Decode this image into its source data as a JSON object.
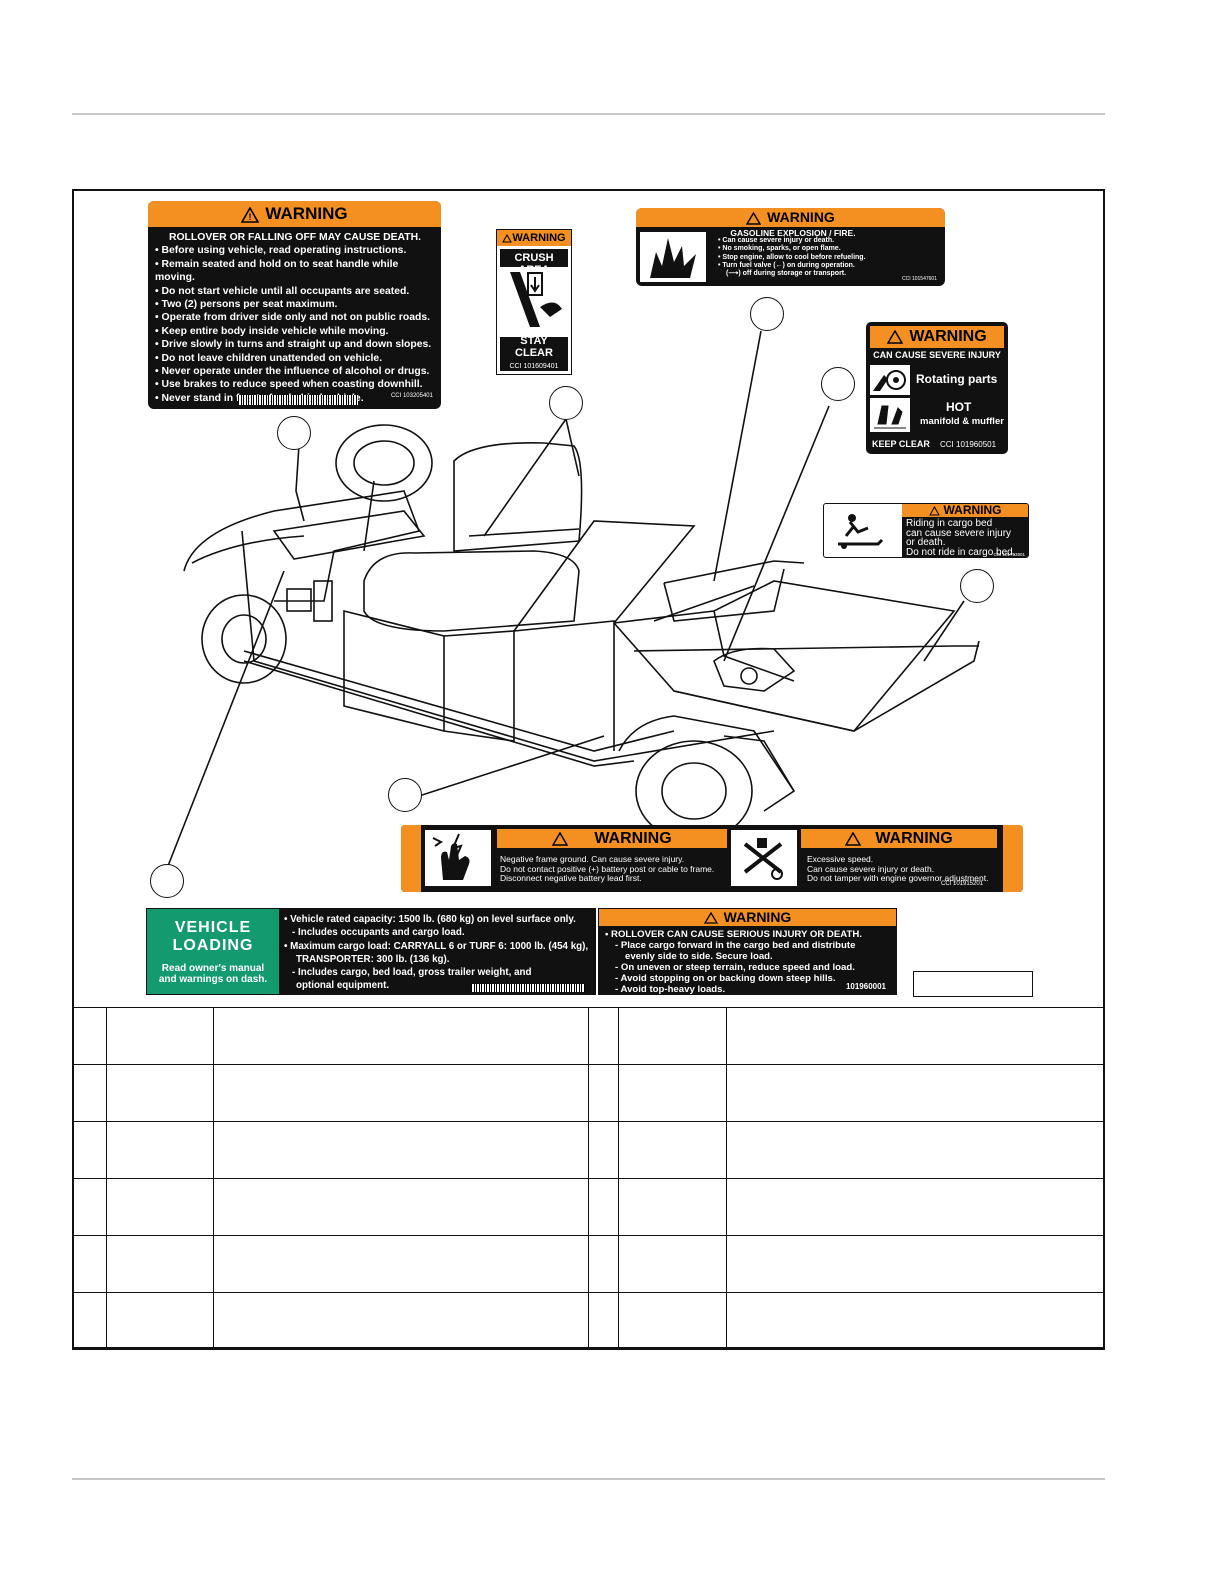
{
  "colors": {
    "warning_orange": "#f39021",
    "loading_green": "#149a6f",
    "label_black": "#111111"
  },
  "labels": {
    "rollover": {
      "header": "WARNING",
      "title": "ROLLOVER OR FALLING OFF MAY CAUSE DEATH.",
      "items": [
        "• Before using vehicle, read operating instructions.",
        "• Remain seated and hold on to seat handle while moving.",
        "• Do not start vehicle until all occupants are seated.",
        "• Two (2) persons per seat maximum.",
        "• Operate from driver side only and not on public roads.",
        "• Keep entire body inside vehicle while moving.",
        "• Drive slowly in turns and straight up and down slopes.",
        "• Do not leave children unattended on vehicle.",
        "• Never operate under the influence of alcohol or drugs.",
        "• Use brakes to reduce speed when coasting downhill.",
        "• Never stand in front of or behind vehicle."
      ],
      "part": "CCI 103205401"
    },
    "crush": {
      "header": "WARNING",
      "title": "CRUSH AREA",
      "footer": "STAY CLEAR",
      "part": "CCI 101609401"
    },
    "gasoline": {
      "header": "WARNING",
      "title": "GASOLINE EXPLOSION / FIRE.",
      "items": [
        "• Can cause severe injury or death.",
        "• No smoking, sparks, or open flame.",
        "• Stop engine, allow to cool before refueling.",
        "• Turn fuel valve (←) on during operation.",
        "(⟶) off during storage or transport."
      ],
      "part": "CCI 101547601"
    },
    "rotating": {
      "header": "WARNING",
      "subtitle": "CAN CAUSE SEVERE INJURY",
      "row1": "Rotating parts",
      "row2a": "HOT",
      "row2b": "manifold & muffler",
      "footer": "KEEP CLEAR",
      "part": "CCI 101960501"
    },
    "cargo_ride": {
      "header": "WARNING",
      "line1": "Riding in cargo bed",
      "line2": "can cause severe injury",
      "line3": "or death.",
      "line4": "Do not ride in cargo bed.",
      "part": "CCI 101753901"
    },
    "battery": {
      "header": "WARNING",
      "line1": "Negative frame ground.  Can cause severe injury.",
      "line2": "Do not contact positive (+) battery post or cable to frame.",
      "line3": "Disconnect negative battery lead first."
    },
    "speed": {
      "header": "WARNING",
      "line1": "Excessive speed.",
      "line2": "Can cause severe injury or death.",
      "line3": "Do not tamper with engine governor adjustment.",
      "part": "CCI 101915201"
    },
    "loading": {
      "title1": "VEHICLE",
      "title2": "LOADING",
      "sub1": "Read owner's manual",
      "sub2": "and warnings on dash.",
      "items": [
        "• Vehicle rated capacity: 1500 lb. (680 kg) on level surface only.",
        "- Includes occupants and cargo load.",
        "• Maximum cargo load: CARRYALL 6 or TURF 6: 1000 lb. (454 kg),",
        "TRANSPORTER: 300 lb. (136 kg).",
        "- Includes cargo, bed load, gross trailer weight, and",
        "optional equipment."
      ]
    },
    "rollover2": {
      "header": "WARNING",
      "items": [
        "• ROLLOVER CAN CAUSE SERIOUS INJURY OR DEATH.",
        "- Place cargo forward in the cargo bed and distribute",
        "evenly side to side. Secure load.",
        "- On uneven or steep terrain, reduce speed and load.",
        "- Avoid stopping on or backing down steep hills.",
        "- Avoid top-heavy loads."
      ],
      "part": "101960001"
    }
  },
  "icons": [
    "warning-triangle-icon",
    "crush-hand-icon",
    "explosion-icon",
    "rotating-parts-icon",
    "hot-surface-icon",
    "rider-falling-icon",
    "electric-shock-icon",
    "tampering-icon"
  ]
}
